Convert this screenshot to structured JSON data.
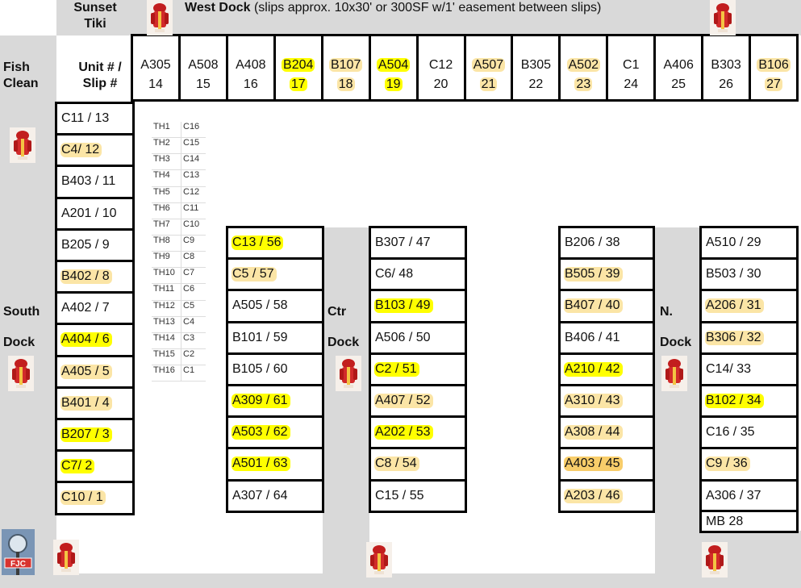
{
  "header": {
    "sunset_tiki": "Sunset\nTiki",
    "west_dock_title": "West Dock",
    "west_dock_note": "(slips approx. 10x30' or 300SF w/1' easement between slips)"
  },
  "labels": {
    "fish_clean": "Fish\nClean",
    "unit_slip": "Unit # /\nSlip #",
    "south": "South",
    "south_dock": "Dock",
    "ctr": "Ctr",
    "ctr_dock": "Dock",
    "n": "N.",
    "n_dock": "Dock"
  },
  "colors": {
    "highlight_yellow": "#ffff00",
    "highlight_pale": "#fbe5a6",
    "highlight_orange": "#f8cd6a"
  },
  "west_dock": [
    {
      "unit": "A305",
      "slip": "14",
      "hl": "none"
    },
    {
      "unit": "A508",
      "slip": "15",
      "hl": "none"
    },
    {
      "unit": "A408",
      "slip": "16",
      "hl": "none"
    },
    {
      "unit": "B204",
      "slip": "17",
      "hl": "yellow"
    },
    {
      "unit": "B107",
      "slip": "18",
      "hl": "pale"
    },
    {
      "unit": "A504",
      "slip": "19",
      "hl": "yellow"
    },
    {
      "unit": "C12",
      "slip": "20",
      "hl": "none"
    },
    {
      "unit": "A507",
      "slip": "21",
      "hl": "pale"
    },
    {
      "unit": "B305",
      "slip": "22",
      "hl": "none"
    },
    {
      "unit": "A502",
      "slip": "23",
      "hl": "pale"
    },
    {
      "unit": "C1",
      "slip": "24",
      "hl": "none"
    },
    {
      "unit": "A406",
      "slip": "25",
      "hl": "none"
    },
    {
      "unit": "B303",
      "slip": "26",
      "hl": "none"
    },
    {
      "unit": "B106",
      "slip": "27",
      "hl": "pale"
    }
  ],
  "south_dock": [
    {
      "text": "C11 / 13",
      "hl": "none"
    },
    {
      "text": "C4/ 12",
      "hl": "pale"
    },
    {
      "text": "B403 / 11",
      "hl": "none"
    },
    {
      "text": "A201 / 10",
      "hl": "none"
    },
    {
      "text": "B205 / 9",
      "hl": "none"
    },
    {
      "text": "B402 / 8",
      "hl": "pale"
    },
    {
      "text": "A402 / 7",
      "hl": "none"
    },
    {
      "text": "A404 / 6",
      "hl": "yellow"
    },
    {
      "text": "A405 / 5",
      "hl": "pale"
    },
    {
      "text": "B401 / 4",
      "hl": "pale"
    },
    {
      "text": "B207 / 3",
      "hl": "yellow"
    },
    {
      "text": "C7/ 2",
      "hl": "yellow"
    },
    {
      "text": "C10 / 1",
      "hl": "pale"
    }
  ],
  "townhomes": [
    {
      "th": "TH1",
      "c": "C16"
    },
    {
      "th": "TH2",
      "c": "C15"
    },
    {
      "th": "TH3",
      "c": "C14"
    },
    {
      "th": "TH4",
      "c": "C13"
    },
    {
      "th": "TH5",
      "c": "C12"
    },
    {
      "th": "TH6",
      "c": "C11"
    },
    {
      "th": "TH7",
      "c": "C10"
    },
    {
      "th": "TH8",
      "c": "C9"
    },
    {
      "th": "TH9",
      "c": "C8"
    },
    {
      "th": "TH10",
      "c": "C7"
    },
    {
      "th": "TH11",
      "c": "C6"
    },
    {
      "th": "TH12",
      "c": "C5"
    },
    {
      "th": "TH13",
      "c": "C4"
    },
    {
      "th": "TH14",
      "c": "C3"
    },
    {
      "th": "TH15",
      "c": "C2"
    },
    {
      "th": "TH16",
      "c": "C1"
    }
  ],
  "ctr_dock_left": [
    {
      "text": "C13 / 56",
      "hl": "yellow"
    },
    {
      "text": "C5 / 57",
      "hl": "pale"
    },
    {
      "text": "A505 / 58",
      "hl": "none"
    },
    {
      "text": "B101 / 59",
      "hl": "none"
    },
    {
      "text": "B105 / 60",
      "hl": "none"
    },
    {
      "text": "A309 / 61",
      "hl": "yellow"
    },
    {
      "text": "A503 / 62",
      "hl": "yellow"
    },
    {
      "text": "A501 / 63",
      "hl": "yellow"
    },
    {
      "text": "A307 / 64",
      "hl": "none"
    }
  ],
  "ctr_dock_right": [
    {
      "text": "B307 / 47",
      "hl": "none"
    },
    {
      "text": "C6/ 48",
      "hl": "none"
    },
    {
      "text": "B103 / 49",
      "hl": "yellow"
    },
    {
      "text": "A506 / 50",
      "hl": "none"
    },
    {
      "text": "C2 / 51",
      "hl": "yellow"
    },
    {
      "text": "A407 / 52",
      "hl": "pale"
    },
    {
      "text": "A202 / 53",
      "hl": "yellow"
    },
    {
      "text": "C8 / 54",
      "hl": "pale"
    },
    {
      "text": "C15 / 55",
      "hl": "none"
    }
  ],
  "n_dock_left": [
    {
      "text": "B206 / 38",
      "hl": "none"
    },
    {
      "text": "B505 / 39",
      "hl": "pale"
    },
    {
      "text": "B407 / 40",
      "hl": "pale"
    },
    {
      "text": "B406 / 41",
      "hl": "none"
    },
    {
      "text": "A210 / 42",
      "hl": "yellow"
    },
    {
      "text": "A310 / 43",
      "hl": "pale"
    },
    {
      "text": "A308 / 44",
      "hl": "pale"
    },
    {
      "text": "A403 / 45",
      "hl": "orange"
    },
    {
      "text": "A203 / 46",
      "hl": "pale"
    }
  ],
  "n_dock_right": [
    {
      "text": "A510 / 29",
      "hl": "none"
    },
    {
      "text": "B503 / 30",
      "hl": "none"
    },
    {
      "text": "A206 / 31",
      "hl": "pale"
    },
    {
      "text": "B306 / 32",
      "hl": "pale"
    },
    {
      "text": "C14/ 33",
      "hl": "none"
    },
    {
      "text": "B102 / 34",
      "hl": "yellow"
    },
    {
      "text": "C16 / 35",
      "hl": "none"
    },
    {
      "text": "C9 / 36",
      "hl": "pale"
    },
    {
      "text": "A306 / 37",
      "hl": "none"
    },
    {
      "text": "MB 28",
      "hl": "none"
    }
  ],
  "sign": {
    "text": "FJC"
  },
  "icons": {
    "cooler": "cooler-icon",
    "sign": "marina-sign-icon"
  }
}
